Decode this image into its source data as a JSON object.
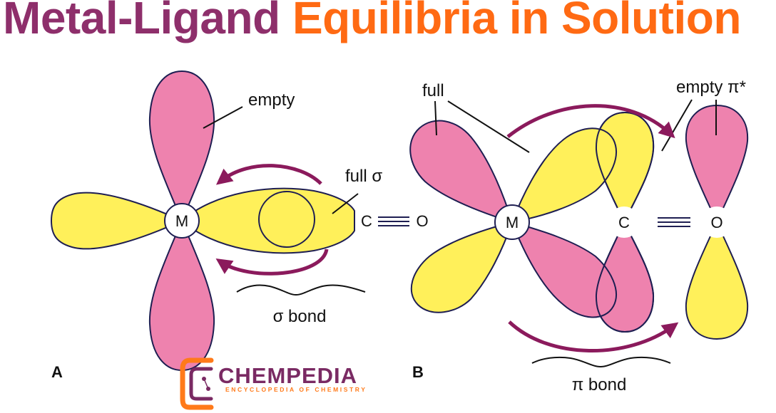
{
  "title": {
    "part1": "Metal-Ligand",
    "part2": "Equilibria in Solution"
  },
  "panel_a": {
    "label": "A",
    "metal": "M",
    "carbon": "C",
    "oxygen": "O",
    "empty_label": "empty",
    "full_sigma_label": "full σ",
    "bond_label": "σ bond"
  },
  "panel_b": {
    "label": "B",
    "metal": "M",
    "carbon": "C",
    "oxygen": "O",
    "full_label": "full",
    "empty_pi_label": "empty π*",
    "bond_label": "π bond"
  },
  "logo": {
    "name": "CHEMPEDIA",
    "tagline": "ENCYCLOPEDIA OF CHEMISTRY"
  },
  "colors": {
    "pink": "#ee82ae",
    "yellow": "#fff05a",
    "outline": "#1e1e52",
    "arrow": "#8b1a5c",
    "title1": "#8e2f6b",
    "title2": "#ff6a13"
  }
}
